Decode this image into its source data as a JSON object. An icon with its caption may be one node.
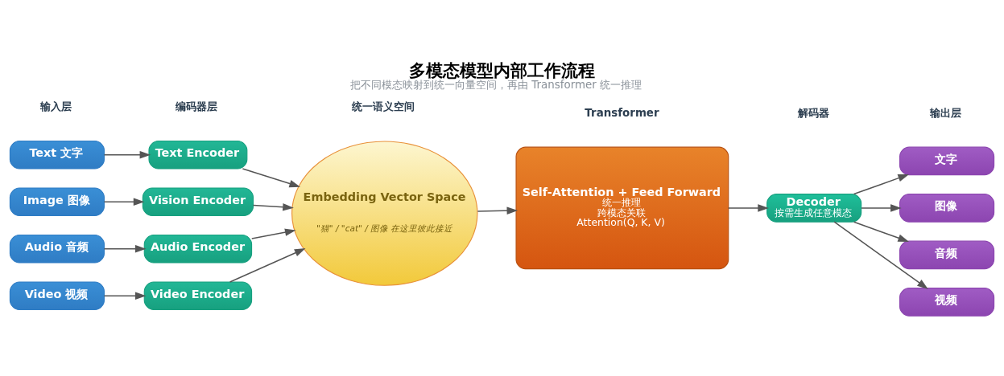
{
  "diagram": {
    "title": "多模态模型内部工作流程",
    "caption": "把不同模态映射到统一向量空间，再由 Transformer 统一推理",
    "nodes": [
      {
        "text": [
          "Text 文字"
        ]
      },
      {
        "text": [
          "Image 图像"
        ]
      },
      {
        "text": [
          "Audio 音频"
        ]
      },
      {
        "text": [
          "Video 视频"
        ]
      },
      {
        "text": [
          "Text Encoder"
        ]
      },
      {
        "text": [
          "Vision Encoder"
        ]
      },
      {
        "text": [
          "Audio Encoder"
        ]
      },
      {
        "text": [
          "Video Encoder"
        ]
      },
      {
        "text": [
          "Embedding Vector Space",
          "\"猫\" / \"cat\" / 图像 在这里彼此接近"
        ]
      },
      {
        "text": [
          "Self-Attention + Feed Forward",
          "统一推理",
          "跨模态关联",
          "Attention(Q, K, V)"
        ]
      },
      {
        "text": [
          "Decoder",
          "按需生成任意模态"
        ]
      },
      {
        "text": [
          "文字"
        ]
      },
      {
        "text": [
          "图像"
        ]
      },
      {
        "text": [
          "音频"
        ]
      },
      {
        "text": [
          "视频"
        ]
      }
    ],
    "edges": [
      {
        "from": 0,
        "to": 4,
        "arrow": "to"
      },
      {
        "from": 1,
        "to": 5,
        "arrow": "to"
      },
      {
        "from": 2,
        "to": 6,
        "arrow": "to"
      },
      {
        "from": 3,
        "to": 7,
        "arrow": "to"
      },
      {
        "from": 4,
        "to": 8,
        "arrow": "to"
      },
      {
        "from": 5,
        "to": 8,
        "arrow": "to"
      },
      {
        "from": 6,
        "to": 8,
        "arrow": "to"
      },
      {
        "from": 7,
        "to": 8,
        "arrow": "to"
      },
      {
        "from": 8,
        "to": 9,
        "arrow": "to"
      },
      {
        "from": 9,
        "to": 10,
        "arrow": "to"
      },
      {
        "from": 10,
        "to": 11,
        "arrow": "to"
      },
      {
        "from": 10,
        "to": 12,
        "arrow": "to"
      },
      {
        "from": 10,
        "to": 13,
        "arrow": "to"
      },
      {
        "from": 10,
        "to": 14,
        "arrow": "to"
      }
    ],
    "labels": [
      "输入层",
      "编码器层",
      "统一语义空间",
      "Transformer",
      "解码器",
      "输出层"
    ]
  }
}
